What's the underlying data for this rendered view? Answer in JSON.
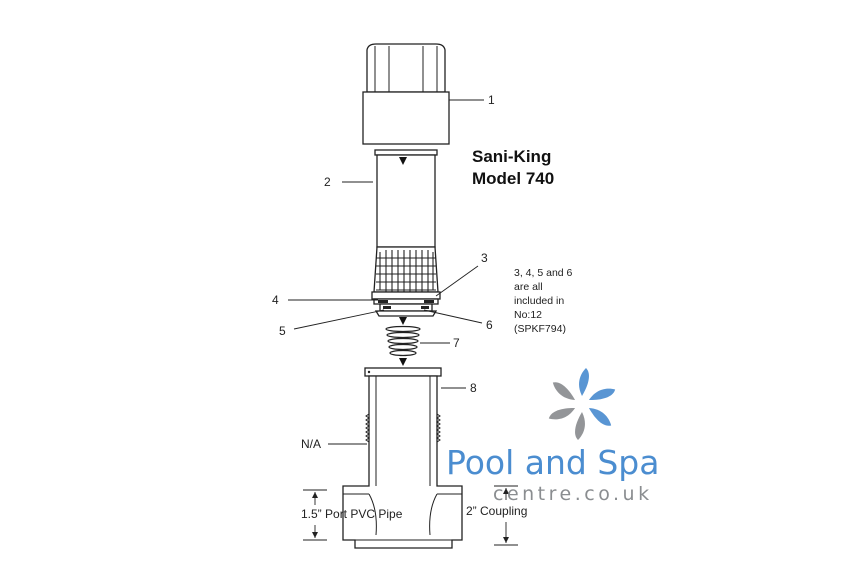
{
  "title": {
    "line1": "Sani-King",
    "line2": "Model 740"
  },
  "callouts": {
    "c1": "1",
    "c2": "2",
    "c3": "3",
    "c4": "4",
    "c5": "5",
    "c6": "6",
    "c7": "7",
    "c8": "8",
    "na": "N/A"
  },
  "note": {
    "lines": [
      "3, 4, 5 and 6",
      "are all",
      "included in",
      "No:12",
      "(SPKF794)"
    ]
  },
  "dimensions": {
    "port": "1.5”  Port PVC Pipe",
    "coupling": "2” Coupling"
  },
  "logo": {
    "name": "Pool and Spa",
    "domain": "centre.co.uk",
    "colors": {
      "blue": "#4b8dd0",
      "grey": "#8a8d90"
    }
  }
}
